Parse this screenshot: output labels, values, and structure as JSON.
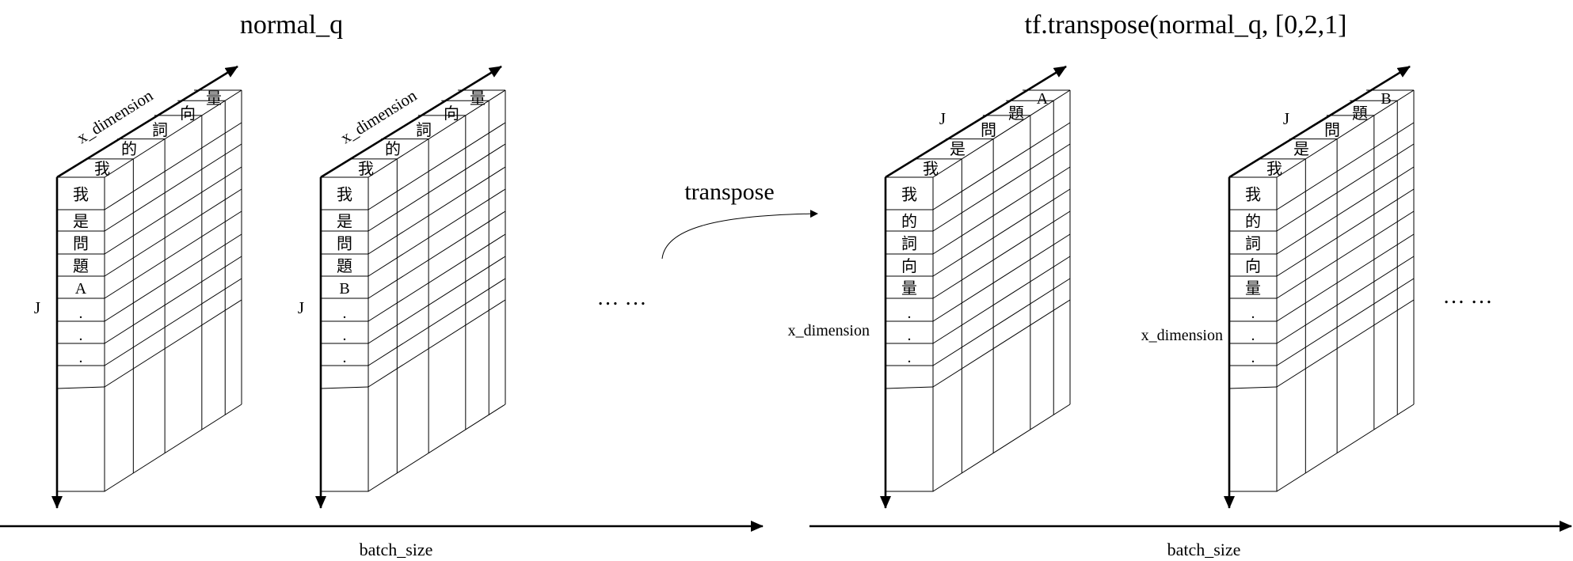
{
  "titles": {
    "left": "normal_q",
    "right": "tf.transpose(normal_q, [0,2,1]"
  },
  "transpose_label": "transpose",
  "ellipsis": "… …",
  "batch_axis_label": "batch_size",
  "blocks": [
    {
      "depth_axis_label": "x_dimension",
      "side_axis_label": "J",
      "top_labels": [
        "我",
        "的",
        "詞",
        "向",
        "量"
      ],
      "front_labels": [
        "我",
        "是",
        "問",
        "題",
        "A",
        ".",
        ".",
        ".",
        ""
      ]
    },
    {
      "depth_axis_label": "x_dimension",
      "side_axis_label": "J",
      "top_labels": [
        "我",
        "的",
        "詞",
        "向",
        "量"
      ],
      "front_labels": [
        "我",
        "是",
        "問",
        "題",
        "B",
        ".",
        ".",
        ".",
        ""
      ]
    },
    {
      "depth_axis_label": "J",
      "side_axis_label": "x_dimension",
      "top_labels": [
        "我",
        "是",
        "問",
        "題",
        "A"
      ],
      "front_labels": [
        "我",
        "的",
        "詞",
        "向",
        "量",
        ".",
        ".",
        ".",
        ""
      ]
    },
    {
      "depth_axis_label": "J",
      "side_axis_label": "x_dimension",
      "top_labels": [
        "我",
        "是",
        "問",
        "題",
        "B"
      ],
      "front_labels": [
        "我",
        "的",
        "詞",
        "向",
        "量",
        ".",
        ".",
        ".",
        ""
      ]
    }
  ]
}
